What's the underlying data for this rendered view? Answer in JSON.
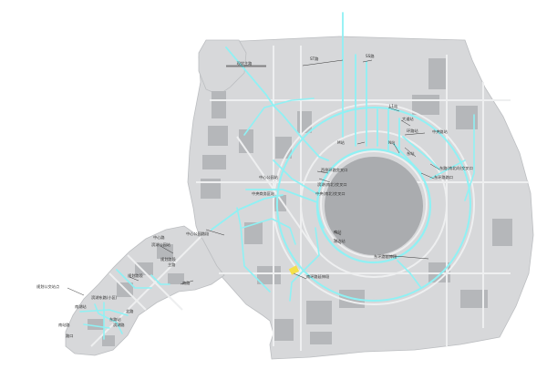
{
  "map": {
    "colors": {
      "background": "#ffffff",
      "land": "#d7d8da",
      "land_edge": "#bcbec1",
      "block": "#b5b7ba",
      "road": "#eeeff0",
      "highlight_route": "#8ff1f4",
      "marker": "#f4e04a",
      "label_text": "#333333",
      "leader_line": "#222222"
    },
    "labels": {
      "north_road": "现状主路",
      "north_label_a": "ST路",
      "north_label_b": "SS路",
      "ring_n_1": "L1站",
      "ring_n_2": "大道站",
      "ring_n_3": "环路站",
      "ring_n_4": "中央路站",
      "ring_n_5": "M站",
      "ring_n_6": "N站",
      "ring_n_7": "东站",
      "ring_e_1": "东路(南北向)交叉口",
      "ring_e_2": "东环路路口",
      "ring_e_3": "东环路延伸段",
      "ring_w_1": "中心公园站",
      "ring_w_2": "中央商务区站",
      "ring_w_3": "西侧环路交叉口",
      "center_1": "滨湖(南北)交叉口",
      "center_2": "中央(南北)交叉口",
      "ring_s_1": "南站",
      "ring_s_2": "湖边站",
      "ring_s_3": "南环路延伸段",
      "sw_1": "规划公交站点",
      "sw_2": "滨湖东路(小区)",
      "west_1": "规划路段",
      "west_2": "规划路段",
      "west_3": "南路",
      "west_4": "主路",
      "mid_1": "中心公园路段",
      "mid_2": "中心路",
      "mid_3": "滨湖公园站",
      "tail_1": "南湖站",
      "tail_2": "北路",
      "tail_3": "东路站",
      "tail_4": "南站路",
      "tail_5": "滨湖路",
      "tail_6": "路口"
    }
  }
}
